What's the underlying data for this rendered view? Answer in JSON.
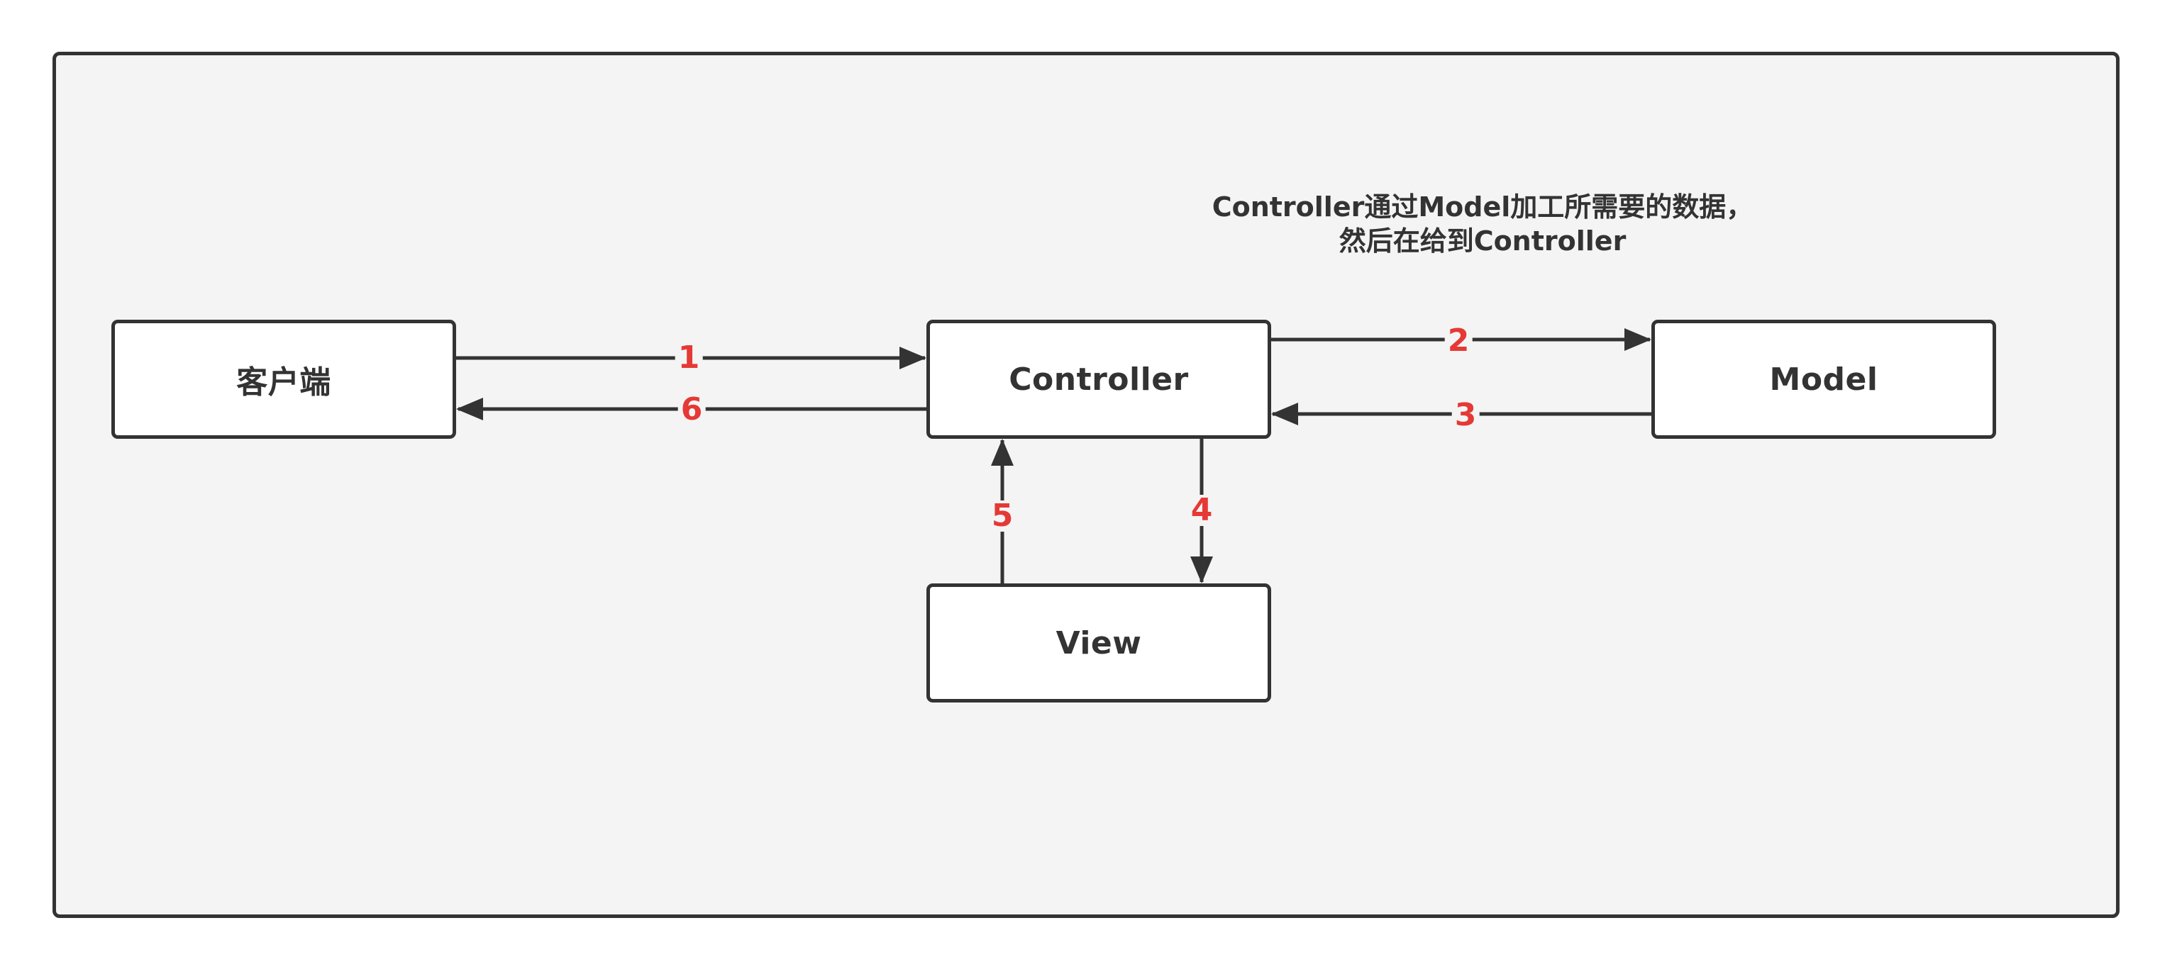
{
  "diagram": {
    "nodes": {
      "client": "客户端",
      "controller": "Controller",
      "model": "Model",
      "view": "View"
    },
    "note": {
      "line1": "Controller通过Model加工所需要的数据，",
      "line2": "然后在给到Controller"
    },
    "steps": {
      "client_to_controller": "1",
      "controller_to_model": "2",
      "model_to_controller": "3",
      "controller_to_view": "4",
      "view_to_controller": "5",
      "controller_to_client": "6"
    },
    "colors": {
      "frame_fill": "#f4f4f4",
      "stroke": "#333333",
      "step_label": "#e53935",
      "box_fill": "#ffffff"
    }
  }
}
